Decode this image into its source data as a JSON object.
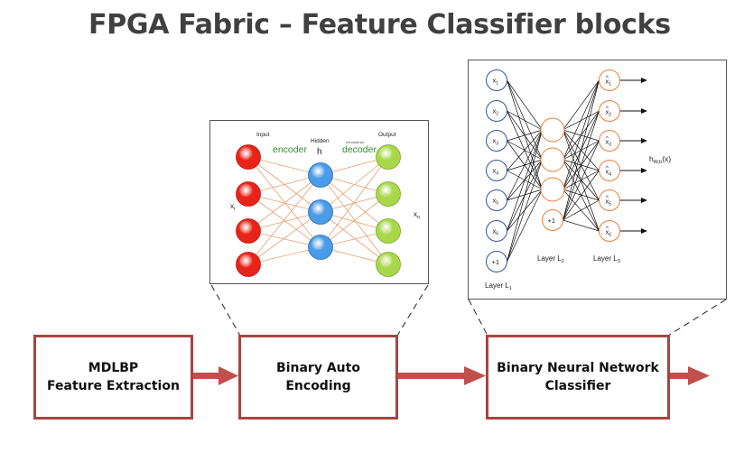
{
  "title": "FPGA Fabric – Feature Classifier blocks",
  "blocks": [
    {
      "line1": "MDLBP",
      "line2": "Feature Extraction"
    },
    {
      "line1": "Binary Auto",
      "line2": "Encoding"
    },
    {
      "line1": "Binary Neural Network",
      "line2": "Classifier"
    }
  ],
  "autoencoder": {
    "input_label": "Input",
    "hidden_label": "Hidden",
    "h_label": "h",
    "output_label": "Output",
    "encoder_label": "encoder",
    "decoder_label": "decoder",
    "reconstruct_label": "reconstruct",
    "xi_label": "x",
    "xi_sub": "i",
    "xo_label": "x",
    "xo_sub": "o",
    "colors": {
      "input": "#e8231a",
      "hidden": "#4a9be8",
      "output": "#a8d84a",
      "encoder_text": "#2e8b2e"
    }
  },
  "neural_network": {
    "inputs": [
      {
        "t": "x",
        "s": "1"
      },
      {
        "t": "x",
        "s": "2"
      },
      {
        "t": "x",
        "s": "3"
      },
      {
        "t": "x",
        "s": "4"
      },
      {
        "t": "x",
        "s": "5"
      },
      {
        "t": "x",
        "s": "6"
      }
    ],
    "input_bias": "+1",
    "hidden_bias": "+1",
    "outputs": [
      {
        "t": "x",
        "s": "1"
      },
      {
        "t": "x",
        "s": "2"
      },
      {
        "t": "x",
        "s": "3"
      },
      {
        "t": "x",
        "s": "4"
      },
      {
        "t": "x",
        "s": "5"
      },
      {
        "t": "x",
        "s": "6"
      }
    ],
    "output_hat": "^",
    "layer1": {
      "t": "Layer L",
      "s": "1"
    },
    "layer2": {
      "t": "Layer L",
      "s": "2"
    },
    "layer3": {
      "t": "Layer L",
      "s": "3"
    },
    "hypothesis": {
      "t": "h",
      "s": "W,b",
      "tail": "(x)"
    },
    "colors": {
      "input_ring": "#2f5597",
      "neuron_ring": "#ed7d31"
    }
  },
  "colors": {
    "block_border": "#a94440",
    "arrow": "#c0504d"
  }
}
